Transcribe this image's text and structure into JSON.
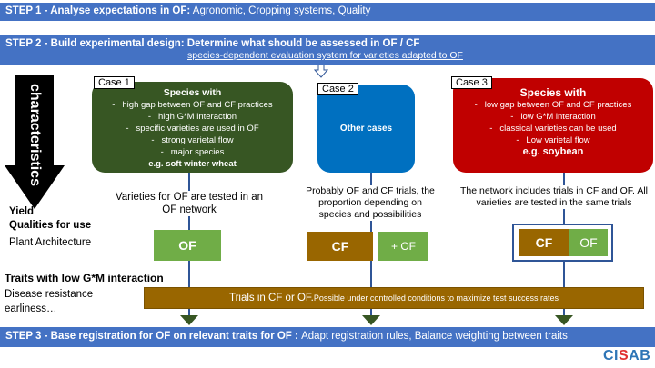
{
  "step1": {
    "bold": "STEP 1 -  Analyse expectations in OF:",
    "rest": " Agronomic, Cropping systems, Quality"
  },
  "step2": {
    "line1": "STEP 2 -  Build experimental design: Determine what should be assessed  in OF / CF",
    "line2": "species-dependent  evaluation system for varieties adapted to OF"
  },
  "characteristics": "characteristics",
  "case1": {
    "label": "Case 1",
    "title": "Species with",
    "items": [
      "high gap between OF and CF practices",
      "high G*M interaction",
      "specific varieties are used in OF",
      "strong varietal flow",
      "major species"
    ],
    "eg": "e.g. soft winter wheat",
    "desc": "Varieties for OF are tested in an OF network",
    "result": "OF"
  },
  "case2": {
    "label": "Case 2",
    "title": "Other cases",
    "desc": "Probably OF and CF trials, the proportion depending on species and possibilities",
    "result_cf": "CF",
    "result_of": "+ OF"
  },
  "case3": {
    "label": "Case 3",
    "title": "Species with",
    "items": [
      "low gap between OF and CF practices",
      "low G*M interaction",
      "classical varieties can be used",
      "Low varietal flow"
    ],
    "eg": "e.g. soybean",
    "desc": "The network includes  trials in CF and OF. All varieties  are  tested in the same trials",
    "result_cf": "CF",
    "result_of": "OF"
  },
  "left": {
    "yield": "Yield",
    "qualities": "Qualities for use",
    "architecture": "Plant Architecture",
    "traits": "Traits with low G*M interaction",
    "disease": "Disease resistance",
    "earliness": "earliness…"
  },
  "trials_bar": {
    "main": "Trials in CF or OF.",
    "small": " Possible under controlled conditions to maximize test success rates"
  },
  "step3": {
    "bold": "STEP 3 -  Base registration for OF on relevant traits for OF : ",
    "rest": "Adapt registration rules, Balance weighting between traits"
  },
  "logo": {
    "ci": "CI",
    "s": "S",
    "ab": "AB"
  },
  "colors": {
    "blue_bar": "#4472c4",
    "green": "#375623",
    "light_green": "#70ad47",
    "blue_case": "#0070c0",
    "red_case": "#c00000",
    "brown": "#996600",
    "logo_blue": "#2e75b6",
    "logo_red": "#e03030"
  }
}
